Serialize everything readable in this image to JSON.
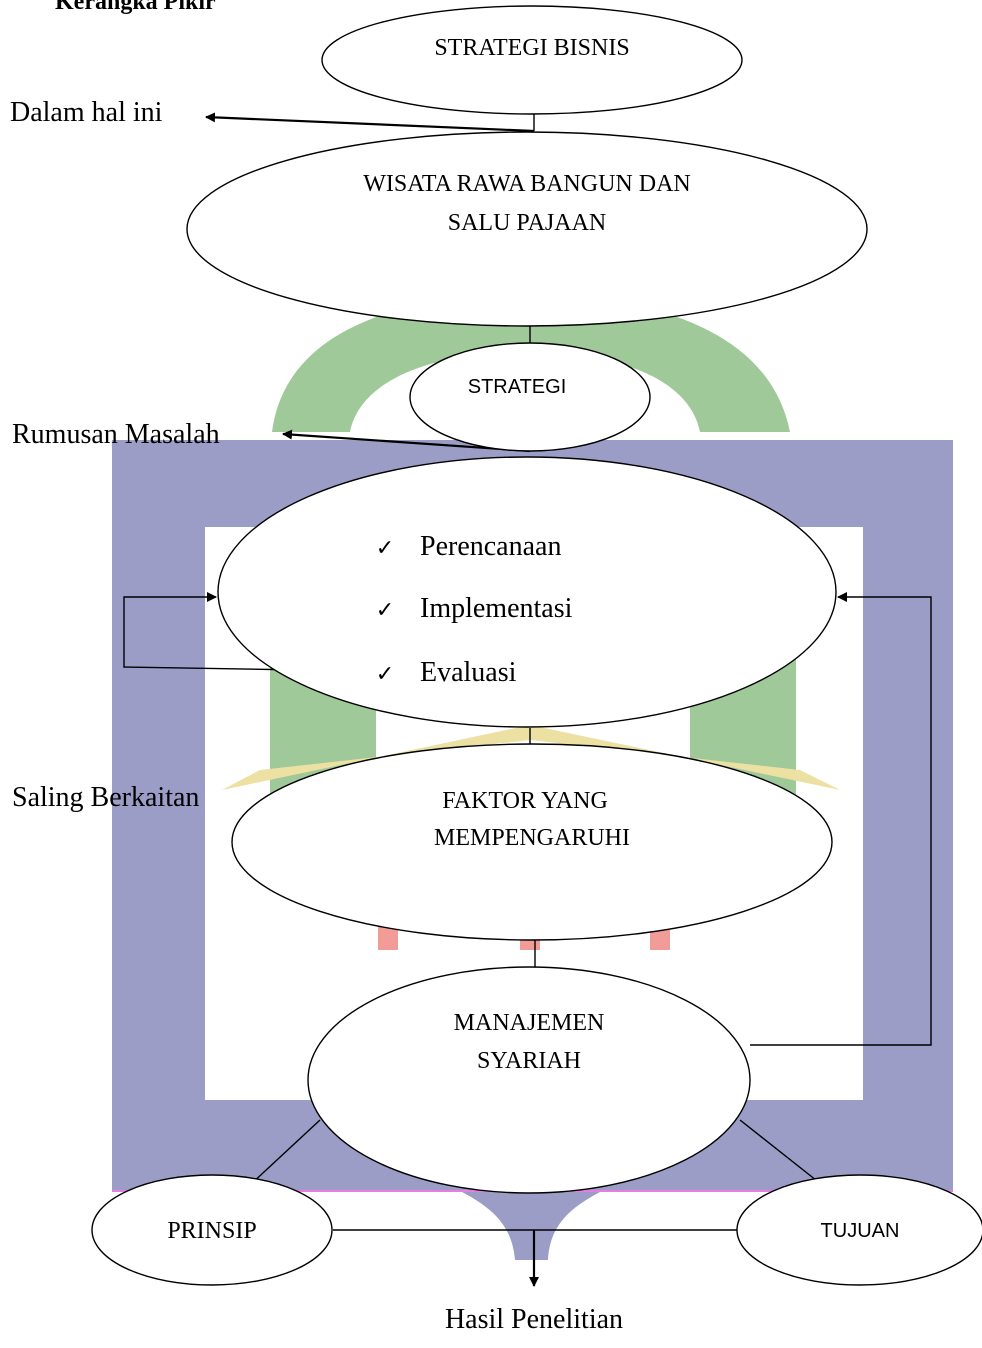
{
  "header": {
    "fragment": "Kerangka Pikir"
  },
  "watermark": {
    "colors": {
      "frame": "#9b9dc7",
      "arch": "#9fc998",
      "gold": "#ede0a3",
      "red": "#f29c98",
      "pink_line": "#e87de0"
    }
  },
  "nodes": {
    "strategi_bisnis": "STRATEGI BISNIS",
    "wisata": {
      "line1": "WISATA RAWA BANGUN DAN",
      "line2": "SALU PAJAAN"
    },
    "strategi": "STRATEGI",
    "process": {
      "items": [
        "Perencanaan",
        "Implementasi",
        "Evaluasi"
      ],
      "check_glyph": "✓"
    },
    "faktor": {
      "line1": "FAKTOR YANG",
      "line2": "MEMPENGARUHI"
    },
    "manajemen": {
      "line1": "MANAJEMEN",
      "line2": "SYARIAH"
    },
    "prinsip": "PRINSIP",
    "tujuan": "TUJUAN"
  },
  "labels": {
    "dalam_hal_ini": "Dalam hal ini",
    "rumusan_masalah": "Rumusan Masalah",
    "saling_berkaitan": "Saling Berkaitan",
    "hasil_penelitian": "Hasil Penelitian"
  }
}
